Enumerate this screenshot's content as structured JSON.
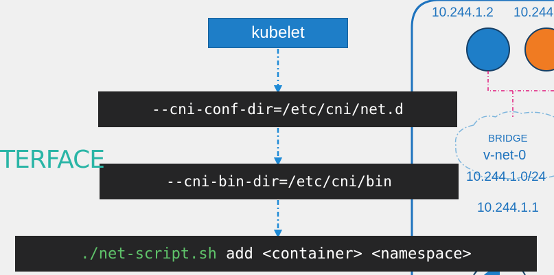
{
  "kubelet": {
    "label": "kubelet"
  },
  "commands": {
    "conf_dir": "--cni-conf-dir=/etc/cni/net.d",
    "bin_dir": "--cni-bin-dir=/etc/cni/bin",
    "script_name": "./net-script.sh",
    "script_args": " add <container> <namespace>"
  },
  "interface_text": "TERFACE",
  "node": {
    "pod1_ip": "10.244.1.2",
    "pod2_ip": "10.244",
    "bridge_label": "BRIDGE",
    "bridge_name": "v-net-0",
    "bridge_subnet": "10.244.1.0/24",
    "bridge_ip": "10.244.1.1"
  },
  "colors": {
    "kubelet_blue": "#1e7ec8",
    "pod_blue": "#1e7ec8",
    "pod_orange": "#f07b22",
    "arrow_blue": "#1e8ad6",
    "link_pink": "#e0197a",
    "text_teal": "#2ab5a6",
    "cmd_bg": "#252526",
    "script_green": "#5fc36a"
  }
}
